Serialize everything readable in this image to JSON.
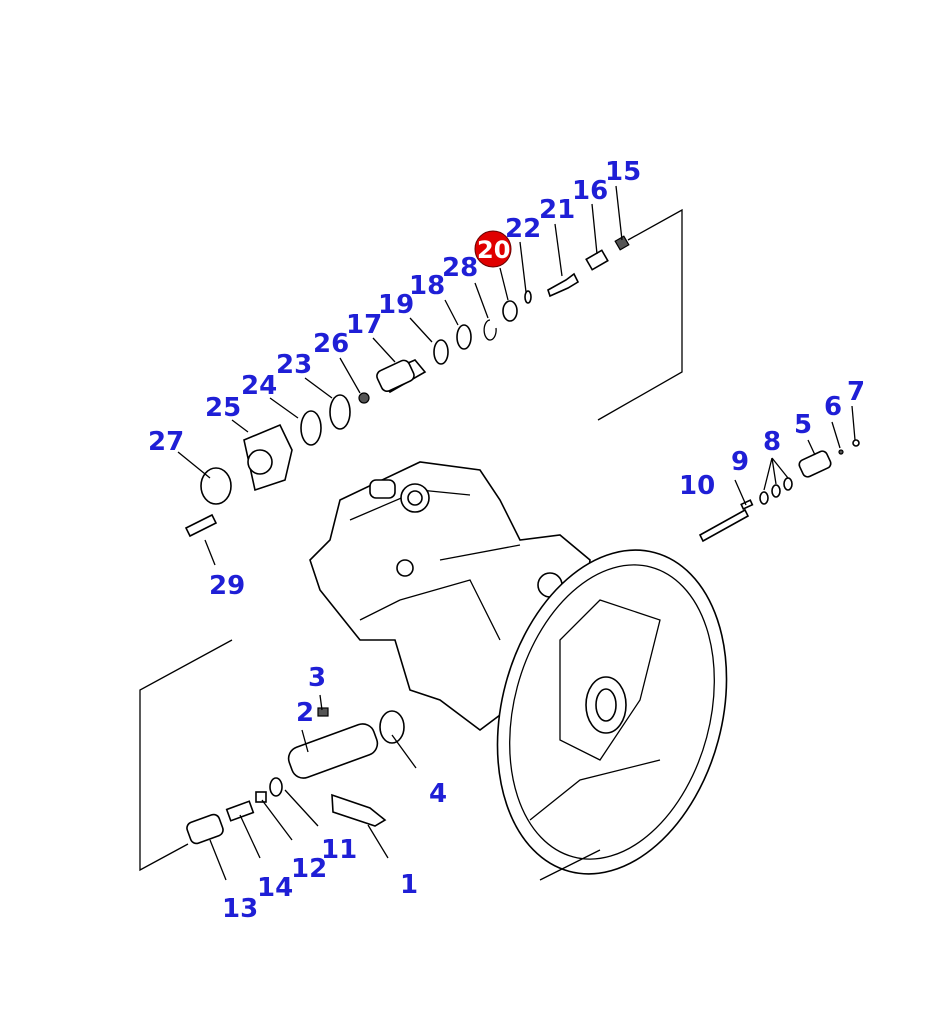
{
  "diagram": {
    "highlighted_part": "20",
    "highlight_color": "#e00000",
    "label_color": "#1f1fd6",
    "labels": {
      "p1": "1",
      "p2": "2",
      "p3": "3",
      "p4": "4",
      "p5": "5",
      "p6": "6",
      "p7": "7",
      "p8": "8",
      "p9": "9",
      "p10": "10",
      "p11": "11",
      "p12": "12",
      "p13": "13",
      "p14": "14",
      "p15": "15",
      "p16": "16",
      "p17": "17",
      "p18": "18",
      "p19": "19",
      "p20": "20",
      "p21": "21",
      "p22": "22",
      "p23": "23",
      "p24": "24",
      "p25": "25",
      "p26": "26",
      "p27": "27",
      "p28": "28",
      "p29": "29"
    }
  }
}
